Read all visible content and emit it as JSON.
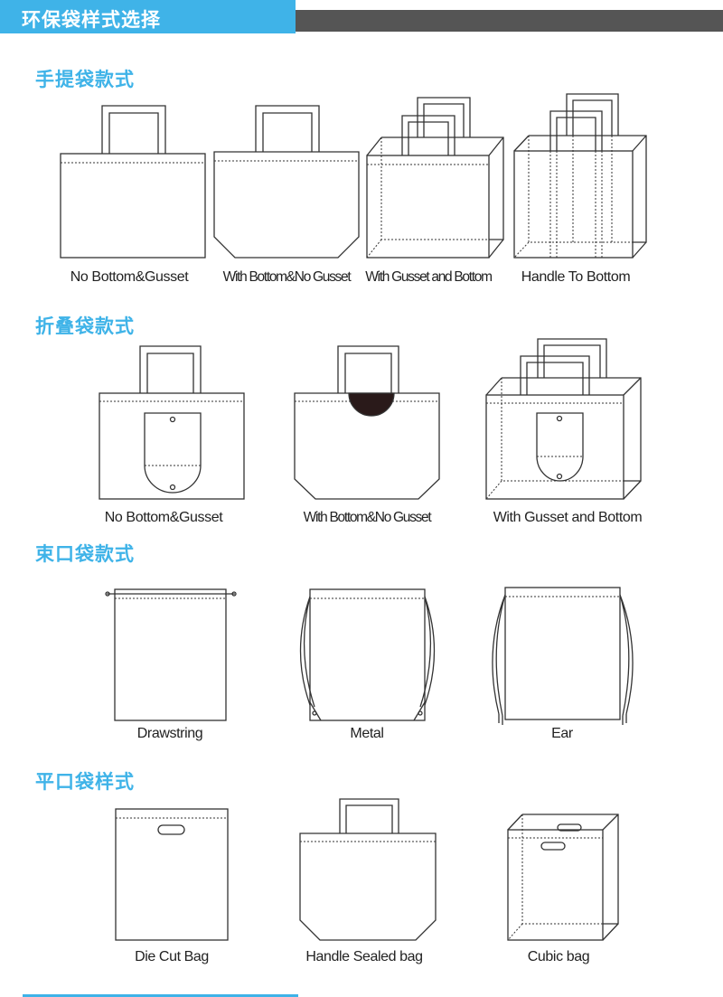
{
  "header": {
    "title": "环保袋样式选择"
  },
  "sections": [
    {
      "title": "手提袋款式",
      "items": [
        "No Bottom&Gusset",
        "With Bottom&No Gusset",
        "With Gusset and Bottom",
        "Handle To Bottom"
      ]
    },
    {
      "title": "折叠袋款式",
      "items": [
        "No Bottom&Gusset",
        "With Bottom&No Gusset",
        "With Gusset and Bottom"
      ]
    },
    {
      "title": "束口袋款式",
      "items": [
        "Drawstring",
        "Metal",
        "Ear"
      ]
    },
    {
      "title": "平口袋样式",
      "items": [
        "Die Cut Bag",
        "Handle Sealed bag",
        "Cubic bag"
      ]
    }
  ],
  "colors": {
    "accent": "#3fb3e8",
    "header_bar": "#555555"
  }
}
